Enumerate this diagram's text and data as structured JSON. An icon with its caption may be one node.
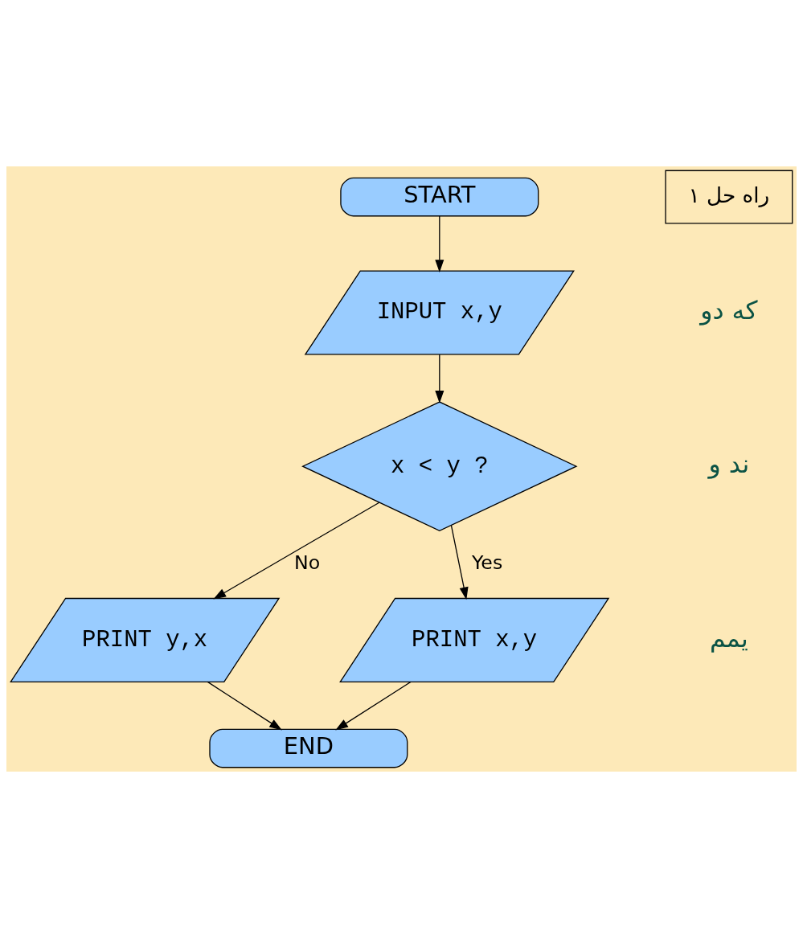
{
  "diagram": {
    "nodes": [
      {
        "text": [
          "START"
        ]
      },
      {
        "text": [
          "INPUT x,y"
        ]
      },
      {
        "text": [
          "x < y ?"
        ]
      },
      {
        "text": [
          "PRINT y,x"
        ]
      },
      {
        "text": [
          "PRINT x,y"
        ]
      },
      {
        "text": [
          "END"
        ]
      },
      {
        "text": [
          "راه حل ۱"
        ]
      }
    ],
    "edges": [
      {
        "from": 0,
        "to": 1,
        "arrow": "to"
      },
      {
        "from": 1,
        "to": 2,
        "arrow": "to"
      },
      {
        "from": 2,
        "to": 4,
        "arrow": "to",
        "label": "Yes"
      },
      {
        "from": 2,
        "to": 3,
        "arrow": "to",
        "label": "No"
      },
      {
        "from": 3,
        "to": 5,
        "arrow": "to"
      },
      {
        "from": 4,
        "to": 5,
        "arrow": "to"
      }
    ],
    "labels": [
      "که دو",
      "ند و",
      "یمم"
    ]
  }
}
